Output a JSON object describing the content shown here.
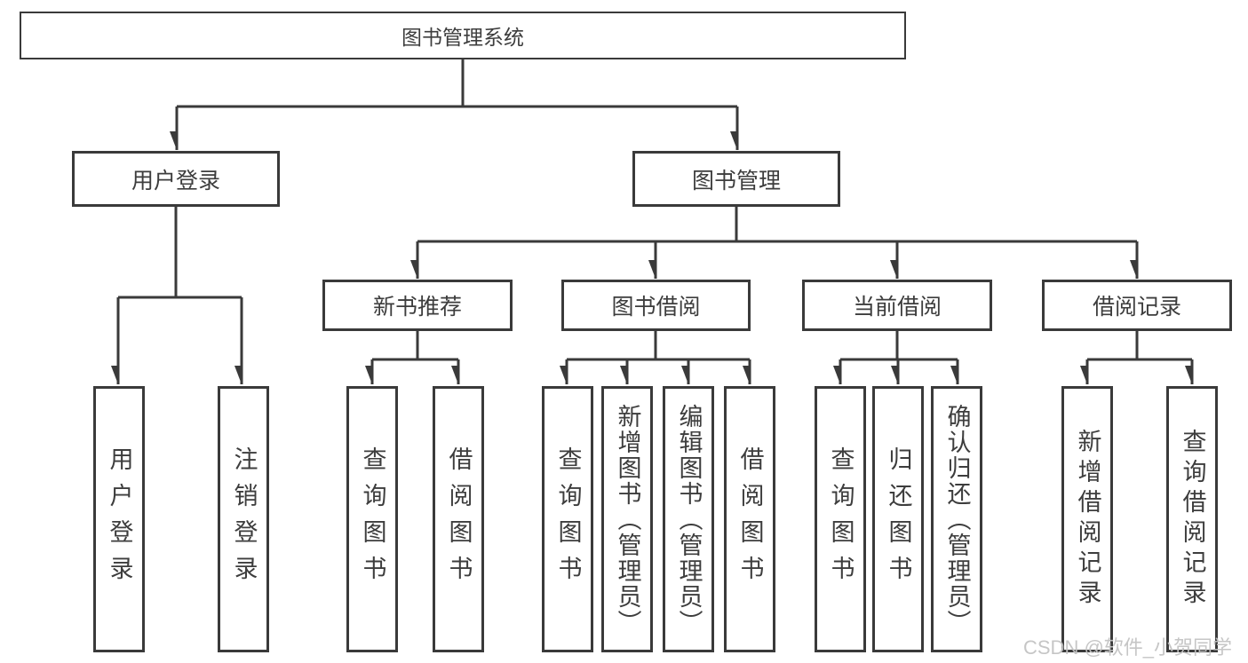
{
  "tree": {
    "label": "图书管理系统",
    "children": [
      {
        "label": "用户登录",
        "children": [
          {
            "label": "用户登录"
          },
          {
            "label": "注销登录"
          }
        ]
      },
      {
        "label": "图书管理",
        "children": [
          {
            "label": "新书推荐",
            "children": [
              {
                "label": "查询图书"
              },
              {
                "label": "借阅图书"
              }
            ]
          },
          {
            "label": "图书借阅",
            "children": [
              {
                "label": "查询图书"
              },
              {
                "label": "新增图书（管理员）"
              },
              {
                "label": "编辑图书（管理员）"
              },
              {
                "label": "借阅图书"
              }
            ]
          },
          {
            "label": "当前借阅",
            "children": [
              {
                "label": "查询图书"
              },
              {
                "label": "归还图书"
              },
              {
                "label": "确认归还（管理员）"
              }
            ]
          },
          {
            "label": "借阅记录",
            "children": [
              {
                "label": "新增借阅记录"
              },
              {
                "label": "查询借阅记录"
              }
            ]
          }
        ]
      }
    ]
  },
  "watermark": {
    "text": "CSDN @软件_小贺同学"
  },
  "colors": {
    "line": "#3a3a3a",
    "box_bg": "#ffffff",
    "text": "#3d3d3d",
    "watermark": "#c3c3c3"
  }
}
